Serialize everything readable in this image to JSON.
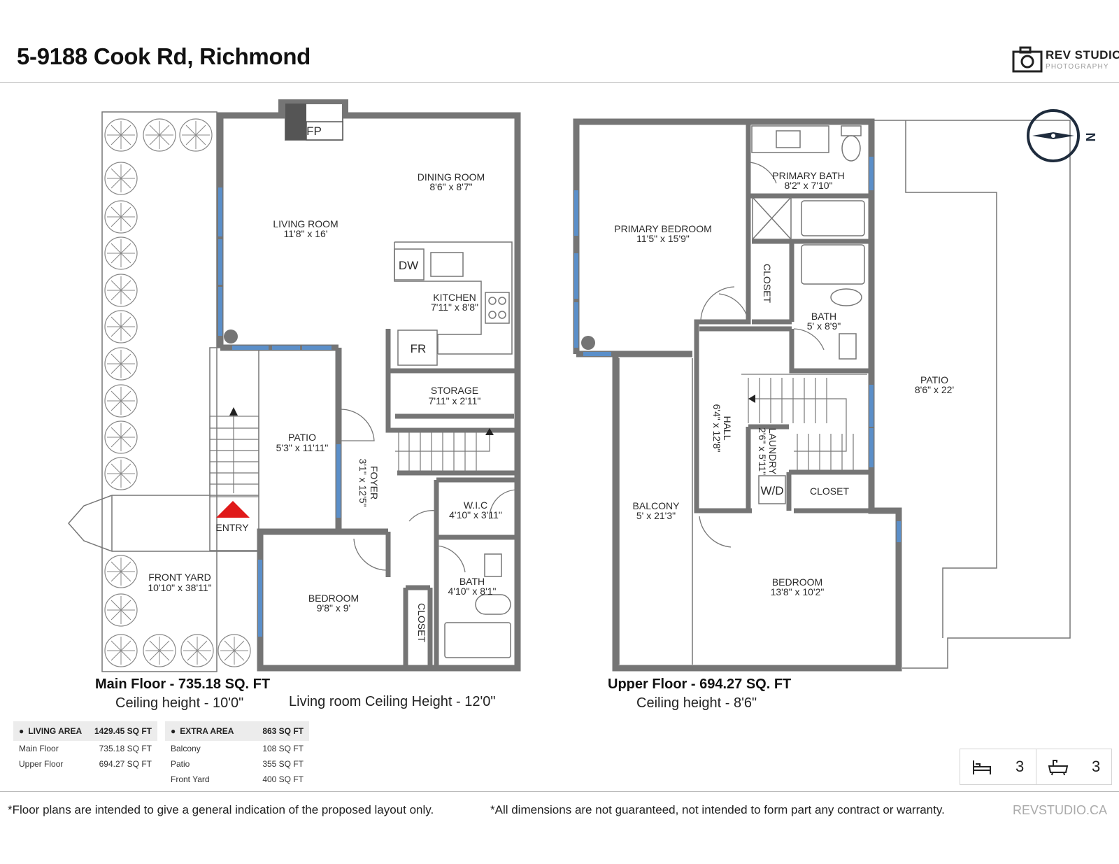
{
  "header": {
    "title": "5-9188 Cook Rd, Richmond",
    "logo_brand": "REV STUDIO",
    "logo_sub": "PHOTOGRAPHY"
  },
  "compass": {
    "label": "N"
  },
  "main_floor": {
    "title": "Main Floor - 735.18 SQ. FT",
    "ceiling": "Ceiling height - 10'0\"",
    "living_ceiling": "Living room Ceiling Height - 12'0\"",
    "rooms": [
      {
        "name": "DINING ROOM",
        "dims": "8'6\" x 8'7\""
      },
      {
        "name": "LIVING ROOM",
        "dims": "11'8\" x 16'"
      },
      {
        "name": "KITCHEN",
        "dims": "7'11\" x 8'8\""
      },
      {
        "name": "STORAGE",
        "dims": "7'11\" x 2'11\""
      },
      {
        "name": "PATIO",
        "dims": "5'3\" x 11'11\""
      },
      {
        "name": "FOYER",
        "dims": "3'1\" x 12'5\""
      },
      {
        "name": "W.I.C",
        "dims": "4'10\" x 3'11\""
      },
      {
        "name": "FRONT YARD",
        "dims": "10'10\" x 38'11\""
      },
      {
        "name": "BEDROOM",
        "dims": "9'8\" x 9'"
      },
      {
        "name": "BATH",
        "dims": "4'10\" x 8'1\""
      }
    ],
    "closet": "CLOSET",
    "entry": "ENTRY",
    "fixtures": {
      "fp": "FP",
      "dw": "DW",
      "fr": "FR"
    }
  },
  "upper_floor": {
    "title": "Upper Floor - 694.27 SQ. FT",
    "ceiling": "Ceiling height - 8'6\"",
    "rooms": [
      {
        "name": "PRIMARY BATH",
        "dims": "8'2\" x 7'10\""
      },
      {
        "name": "PRIMARY BEDROOM",
        "dims": "11'5\" x 15'9\""
      },
      {
        "name": "BATH",
        "dims": "5' x 8'9\""
      },
      {
        "name": "PATIO",
        "dims": "8'6\" x 22'"
      },
      {
        "name": "HALL",
        "dims": "6'4\" x 12'8\""
      },
      {
        "name": "LAUNDRY",
        "dims": "2'6\" x 5'11\""
      },
      {
        "name": "BALCONY",
        "dims": "5' x 21'3\""
      },
      {
        "name": "BEDROOM",
        "dims": "13'8\" x 10'2\""
      }
    ],
    "closet": "CLOSET",
    "closet2": "CLOSET",
    "wd": "W/D"
  },
  "living_area": {
    "label": "LIVING AREA",
    "total": "1429.45 SQ FT",
    "rows": [
      {
        "name": "Main Floor",
        "value": "735.18 SQ FT"
      },
      {
        "name": "Upper Floor",
        "value": "694.27 SQ FT"
      }
    ]
  },
  "extra_area": {
    "label": "EXTRA AREA",
    "total": "863 SQ FT",
    "rows": [
      {
        "name": "Balcony",
        "value": "108 SQ FT"
      },
      {
        "name": "Patio",
        "value": "355 SQ FT"
      },
      {
        "name": "Front Yard",
        "value": "400 SQ FT"
      }
    ]
  },
  "counts": {
    "beds": "3",
    "baths": "3"
  },
  "footer": {
    "note1": "*Floor plans are intended to give a general indication of the proposed layout only.",
    "note2": "*All dimensions are not guaranteed, not intended to form part any contract or warranty.",
    "site": "REVSTUDIO.CA"
  },
  "colors": {
    "wall": "#757575",
    "window": "#5b8fc9",
    "entry_marker": "#e01a1a"
  }
}
